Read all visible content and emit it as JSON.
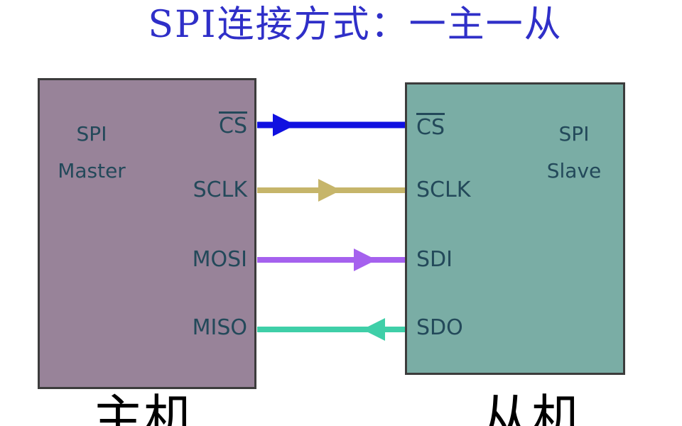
{
  "title": "SPI连接方式：一主一从",
  "colors": {
    "title": "#2f2fc8",
    "master_fill": "#988399",
    "slave_fill": "#7aada5",
    "box_text": "#23495a",
    "pin_text": "#23495a"
  },
  "master": {
    "label_line1": "SPI",
    "label_line2": "Master",
    "role": "主机"
  },
  "slave": {
    "label_line1": "SPI",
    "label_line2": "Slave",
    "role": "从机"
  },
  "signals": [
    {
      "master_pin": "CS",
      "slave_pin": "CS",
      "active_low": true,
      "direction": "master-to-slave",
      "color": "#1010e0"
    },
    {
      "master_pin": "SCLK",
      "slave_pin": "SCLK",
      "active_low": false,
      "direction": "master-to-slave",
      "color": "#c6b56a"
    },
    {
      "master_pin": "MOSI",
      "slave_pin": "SDI",
      "active_low": false,
      "direction": "master-to-slave",
      "color": "#a561ee"
    },
    {
      "master_pin": "MISO",
      "slave_pin": "SDO",
      "active_low": false,
      "direction": "slave-to-master",
      "color": "#3fcfa8"
    }
  ]
}
